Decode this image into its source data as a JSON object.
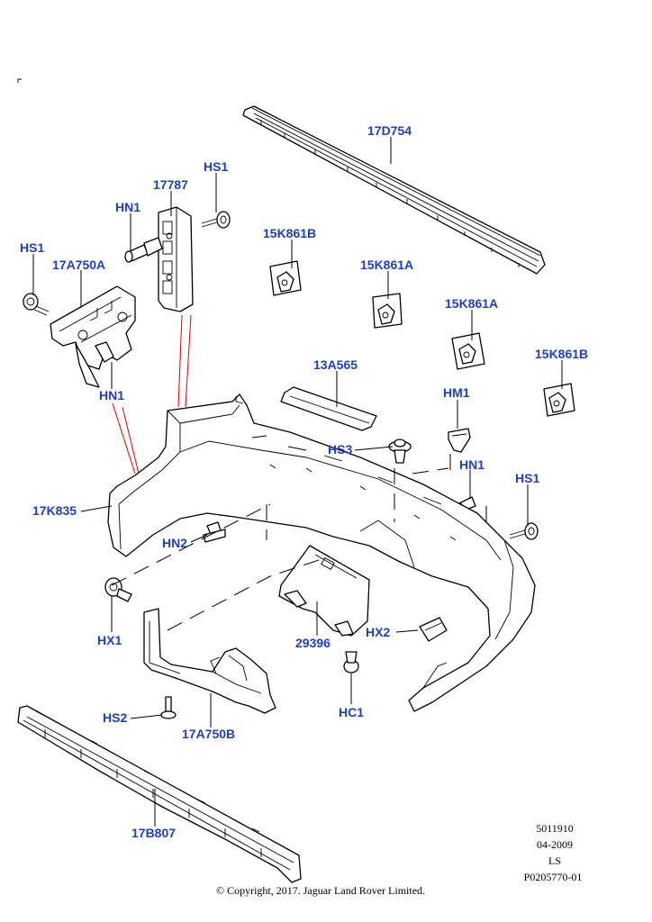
{
  "callouts": {
    "c17D754": "17D754",
    "c17787": "17787",
    "cHS1_top": "HS1",
    "cHN1_top": "HN1",
    "cHS1_left": "HS1",
    "c17A750A": "17A750A",
    "cHN1_left": "HN1",
    "c15K861B_top": "15K861B",
    "c15K861A_mid": "15K861A",
    "c15K861A_right": "15K861A",
    "c15K861B_right": "15K861B",
    "c13A565": "13A565",
    "cHM1": "HM1",
    "cHS3": "HS3",
    "cHN1_right": "HN1",
    "cHS1_right": "HS1",
    "c17K835": "17K835",
    "cHN2": "HN2",
    "cHX1": "HX1",
    "c29396": "29396",
    "cHX2": "HX2",
    "cHC1": "HC1",
    "cHS2": "HS2",
    "c17A750B": "17A750B",
    "c17B807": "17B807"
  },
  "meta": {
    "line1": "5011910",
    "line2": "04-2009",
    "line3": "LS",
    "line4": "P0205770-01"
  },
  "copyright": "© Copyright, 2017. Jaguar Land Rover Limited."
}
